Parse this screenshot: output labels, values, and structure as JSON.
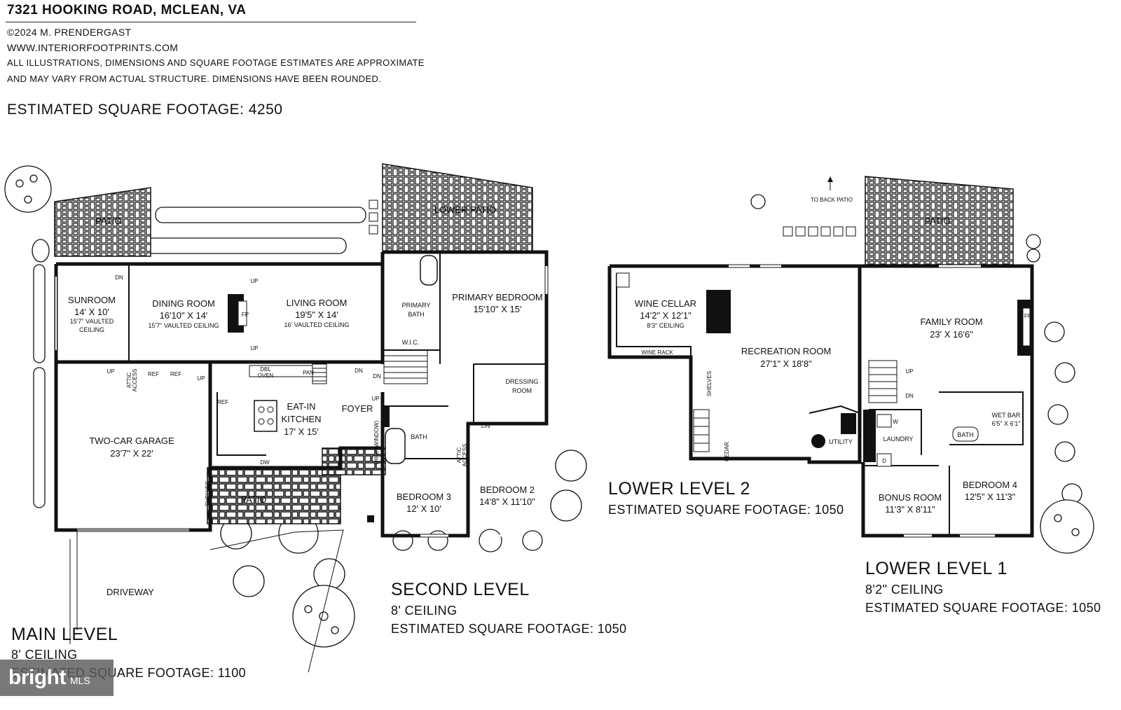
{
  "header": {
    "address": "7321 HOOKING ROAD, MCLEAN, VA",
    "copyright": "©2024 M. PRENDERGAST",
    "website": "WWW.INTERIORFOOTPRINTS.COM",
    "disclaimer_1": "ALL ILLUSTRATIONS, DIMENSIONS AND SQUARE FOOTAGE ESTIMATES ARE APPROXIMATE",
    "disclaimer_2": "AND MAY VARY FROM ACTUAL STRUCTURE. DIMENSIONS HAVE BEEN ROUNDED.",
    "total_sqft": "ESTIMATED SQUARE FOOTAGE: 4250"
  },
  "levels": {
    "main": {
      "title": "MAIN LEVEL",
      "ceiling": "8' CEILING",
      "sqft": "ESTIMATED SQUARE FOOTAGE: 1100"
    },
    "second": {
      "title": "SECOND LEVEL",
      "ceiling": "8' CEILING",
      "sqft": "ESTIMATED SQUARE FOOTAGE: 1050"
    },
    "lower2": {
      "title": "LOWER LEVEL 2",
      "sqft": "ESTIMATED SQUARE FOOTAGE: 1050"
    },
    "lower1": {
      "title": "LOWER LEVEL 1",
      "ceiling": "8'2\" CEILING",
      "sqft": "ESTIMATED SQUARE FOOTAGE: 1050"
    }
  },
  "rooms": {
    "patio_main": "PATIO",
    "lower_patio": "LOWER PATIO",
    "patio_front": "PATIO",
    "patio_l1": "PATIO",
    "sunroom": {
      "name": "SUNROOM",
      "dim": "14' X 10'",
      "note1": "15'7\" VAULTED",
      "note2": "CEILING"
    },
    "dining": {
      "name": "DINING ROOM",
      "dim": "16'10\" X 14'",
      "note": "15'7\" VAULTED CEILING"
    },
    "living": {
      "name": "LIVING ROOM",
      "dim": "19'5\" X 14'",
      "note": "16' VAULTED CEILING"
    },
    "garage": {
      "name": "TWO-CAR GARAGE",
      "dim": "23'7\" X 22'"
    },
    "kitchen": {
      "name1": "EAT-IN",
      "name2": "KITCHEN",
      "dim": "17' X 15'"
    },
    "foyer": "FOYER",
    "driveway": "DRIVEWAY",
    "primary_bath": {
      "name1": "PRIMARY",
      "name2": "BATH"
    },
    "wic": "W.I.C.",
    "primary_bedroom": {
      "name": "PRIMARY BEDROOM",
      "dim": "15'10\" X 15'"
    },
    "dressing": {
      "name1": "DRESSING",
      "name2": "ROOM"
    },
    "bath2": "BATH",
    "bedroom3": {
      "name": "BEDROOM 3",
      "dim": "12' X 10'"
    },
    "bedroom2": {
      "name": "BEDROOM 2",
      "dim": "14'8\" X 11'10\""
    },
    "wine_cellar": {
      "name": "WINE CELLAR",
      "dim": "14'2\" X 12'1\"",
      "note": "8'3\" CEILING"
    },
    "recreation": {
      "name": "RECREATION ROOM",
      "dim": "27'1\" X 18'8\""
    },
    "utility": "UTILITY",
    "family": {
      "name": "FAMILY ROOM",
      "dim": "23' X 16'6\""
    },
    "wet_bar": {
      "name": "WET BAR",
      "dim": "6'5\" X 6'1\""
    },
    "laundry": "LAUNDRY",
    "bath_l1": "BATH",
    "bonus": {
      "name": "BONUS ROOM",
      "dim": "11'3\" X 8'11\""
    },
    "bedroom4": {
      "name": "BEDROOM 4",
      "dim": "12'5\" X 11'3\""
    }
  },
  "labels": {
    "fp": "FP",
    "up": "UP",
    "dn": "DN",
    "ref": "REF",
    "dbl_oven": "DBL",
    "oven": "OVEN",
    "pan": "PAN",
    "dw": "DW",
    "attic": "ATTIC",
    "access": "ACCESS",
    "shelves": "SHELVES",
    "high_window": "(HIGH WINDOW)",
    "lin": "LIN",
    "wine_rack": "WINE RACK",
    "cedar": "CEDAR",
    "to_back_patio": "TO BACK PATIO",
    "w": "W",
    "d": "D"
  },
  "watermark": {
    "brand": "bright",
    "mls": "MLS"
  }
}
